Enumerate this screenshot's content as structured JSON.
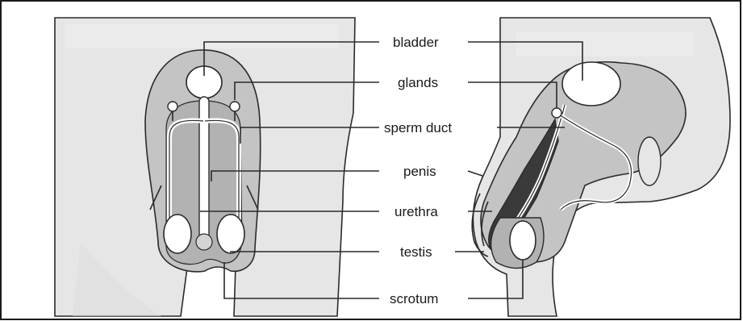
{
  "diagram": {
    "labels": {
      "bladder": "bladder",
      "glands": "glands",
      "sperm_duct": "sperm duct",
      "penis": "penis",
      "urethra": "urethra",
      "testis": "testis",
      "scrotum": "scrotum"
    },
    "colors": {
      "body_fill": "#e6e6e6",
      "organ_fill": "#b9b9b9",
      "dark_fill": "#3a3a3a",
      "line": "#2a2a2a"
    }
  }
}
